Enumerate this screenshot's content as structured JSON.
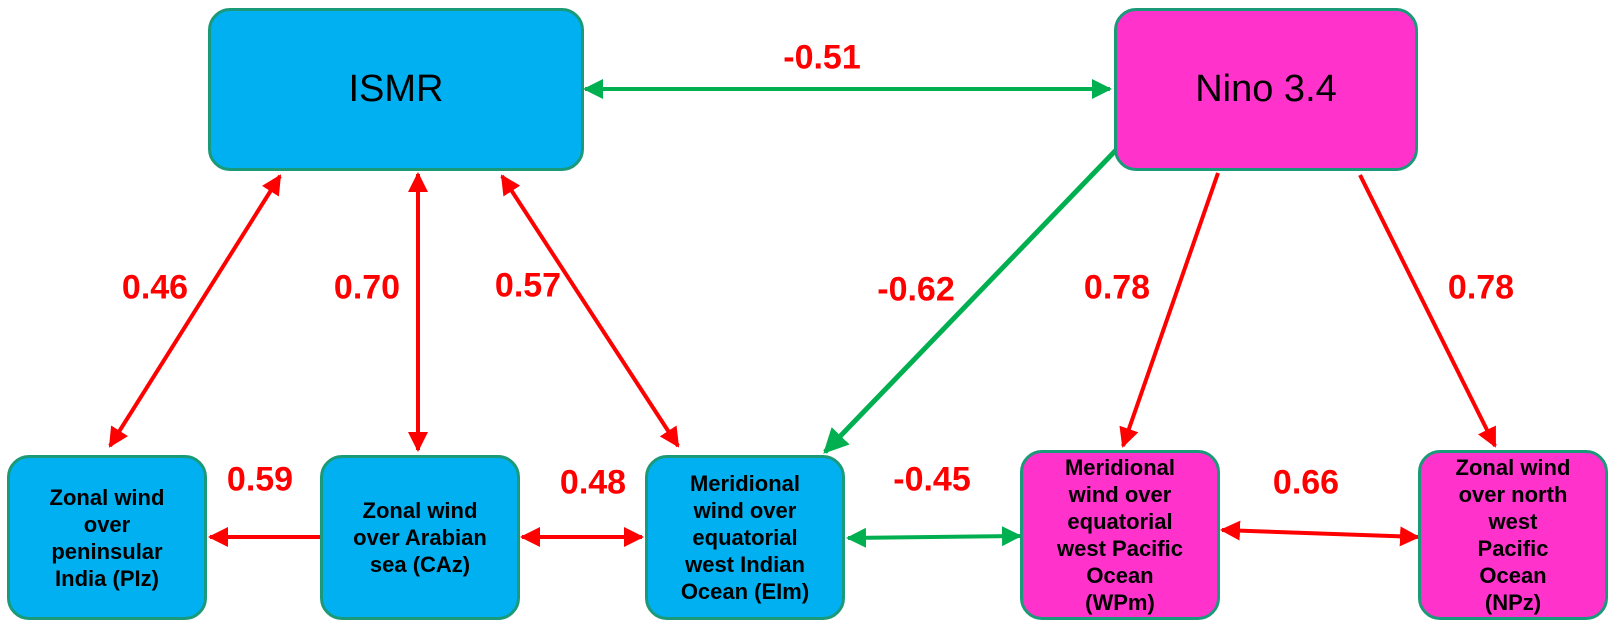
{
  "nodes": {
    "ismr": {
      "label": "ISMR",
      "color": "#00b0f0"
    },
    "nino": {
      "label": "Nino 3.4",
      "color": "#ff33cc"
    },
    "piz": {
      "label": "Zonal wind\nover\npeninsular\nIndia (PIz)",
      "color": "#00b0f0"
    },
    "caz": {
      "label": "Zonal wind\nover Arabian\nsea (CAz)",
      "color": "#00b0f0"
    },
    "eim": {
      "label": "Meridional\nwind over\nequatorial\nwest Indian\nOcean (EIm)",
      "color": "#00b0f0"
    },
    "wpm": {
      "label": "Meridional\nwind over\nequatorial\nwest Pacific\nOcean\n(WPm)",
      "color": "#ff33cc"
    },
    "npz": {
      "label": "Zonal wind\nover north\nwest\nPacific\nOcean\n(NPz)",
      "color": "#ff33cc"
    }
  },
  "edges": {
    "ismr_nino": {
      "value": "-0.51",
      "color": "#00b050"
    },
    "ismr_piz": {
      "value": "0.46",
      "color": "#ff0000"
    },
    "ismr_caz": {
      "value": "0.70",
      "color": "#ff0000"
    },
    "ismr_eim": {
      "value": "0.57",
      "color": "#ff0000"
    },
    "nino_eim": {
      "value": "-0.62",
      "color": "#00b050"
    },
    "nino_wpm": {
      "value": "0.78",
      "color": "#ff0000"
    },
    "nino_npz": {
      "value": "0.78",
      "color": "#ff0000"
    },
    "caz_piz": {
      "value": "0.59",
      "color": "#ff0000"
    },
    "caz_eim": {
      "value": "0.48",
      "color": "#ff0000"
    },
    "eim_wpm": {
      "value": "-0.45",
      "color": "#00b050"
    },
    "wpm_npz": {
      "value": "0.66",
      "color": "#ff0000"
    }
  }
}
